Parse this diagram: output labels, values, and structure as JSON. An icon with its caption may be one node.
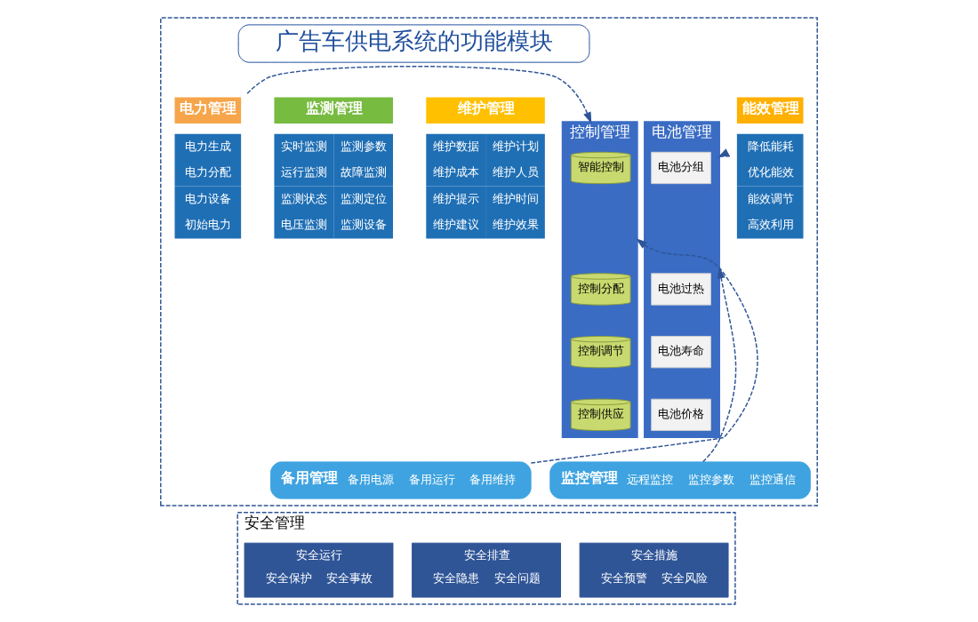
{
  "diagram": {
    "nodes": [
      {
        "text": [],
        "shape": "box"
      },
      {
        "text": [
          "广告车供电系统的功能模块"
        ],
        "in": 0
      },
      {
        "text": [
          "电力管理",
          "电力生成",
          "电力分配",
          "电力设备",
          "初始电力"
        ],
        "in": 0
      },
      {
        "text": [
          "监测管理",
          "实时监测",
          "监测参数",
          "运行监测",
          "故障监测",
          "监测状态",
          "监测定位",
          "电压监测",
          "监测设备"
        ],
        "in": 0
      },
      {
        "text": [
          "维护管理",
          "维护数据",
          "维护计划",
          "维护成本",
          "维护人员",
          "维护提示",
          "维护时间",
          "维护建议",
          "维护效果"
        ],
        "in": 0
      },
      {
        "text": [
          "能效管理",
          "降低能耗",
          "优化能效",
          "能效调节",
          "高效利用"
        ],
        "in": 0
      },
      {
        "text": [
          "控制管理"
        ],
        "in": 0
      },
      {
        "text": [
          "智能控制"
        ],
        "in": 6
      },
      {
        "text": [
          "控制分配"
        ],
        "in": 6
      },
      {
        "text": [
          "控制调节"
        ],
        "in": 6
      },
      {
        "text": [
          "控制供应"
        ],
        "in": 6
      },
      {
        "text": [
          "电池管理"
        ],
        "in": 0
      },
      {
        "text": [
          "电池分组"
        ],
        "in": 11
      },
      {
        "text": [
          "电池过热"
        ],
        "in": 11
      },
      {
        "text": [
          "电池寿命"
        ],
        "in": 11
      },
      {
        "text": [
          "电池价格"
        ],
        "in": 11
      },
      {
        "text": [
          "备用管理",
          "备用电源",
          "备用运行",
          "备用维持"
        ],
        "in": 0
      },
      {
        "text": [
          "监控管理",
          "远程监控",
          "监控参数",
          "监控通信"
        ],
        "in": 0
      },
      {
        "text": [
          "安全管理"
        ]
      },
      {
        "text": [
          "安全运行",
          "安全保护",
          "安全事故"
        ],
        "in": 18
      },
      {
        "text": [
          "安全排查",
          "安全隐患",
          "安全问题"
        ],
        "in": 18
      },
      {
        "text": [
          "安全措施",
          "安全预警",
          "安全风险"
        ],
        "in": 18
      }
    ],
    "edges": [
      {
        "from": 2,
        "to": 6,
        "arrow": "to",
        "style": "dashed"
      },
      {
        "from": 5,
        "to": 11,
        "arrow": "to",
        "style": "dashed"
      },
      {
        "from": 16,
        "to": 6,
        "arrow": "to",
        "style": "dashed"
      },
      {
        "from": 17,
        "to": 11,
        "arrow": "to",
        "style": "dashed"
      }
    ]
  }
}
